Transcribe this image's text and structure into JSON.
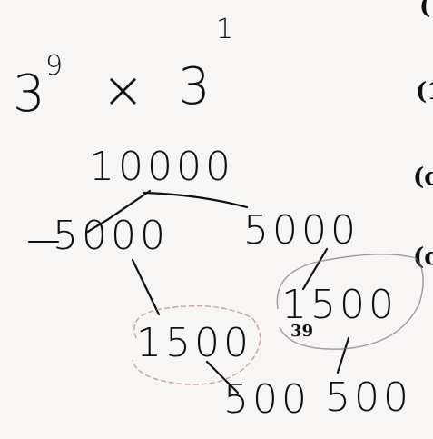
{
  "expression": {
    "base_left": "3",
    "exp_left": "9",
    "operator": "×",
    "base_right": "3",
    "exp_right": "1"
  },
  "tree": {
    "root": "10000",
    "left": "5000",
    "right": "5000",
    "left_child": "1500",
    "right_child": "1500",
    "leaf_left": "500",
    "leaf_right": "500"
  },
  "annotation": "39",
  "margin_labels": [
    "(",
    "(1",
    "(c",
    "(c"
  ],
  "colors": {
    "ink": "#0f0f14",
    "circle": "#b87d7d",
    "paper": "#f7f6f4"
  }
}
